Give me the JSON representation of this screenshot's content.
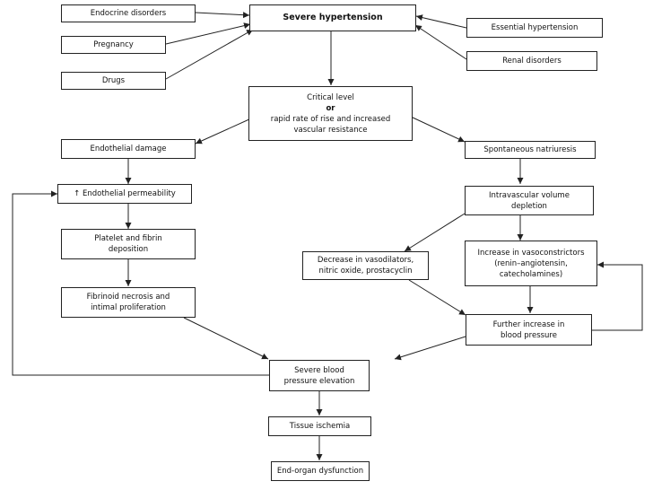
{
  "nodes": {
    "endocrine": [
      "Endocrine disorders"
    ],
    "pregnancy": [
      "Pregnancy"
    ],
    "drugs": [
      "Drugs"
    ],
    "severe_hypertension": [
      "Severe hypertension"
    ],
    "essential": [
      "Essential hypertension"
    ],
    "renal": [
      "Renal disorders"
    ],
    "critical": [
      "Critical level",
      "or",
      "rapid rate of rise and increased",
      "vascular resistance"
    ],
    "endothelial_damage": [
      "Endothelial damage"
    ],
    "natriuresis": [
      "Spontaneous natriuresis"
    ],
    "permeability": [
      "↑ Endothelial permeability"
    ],
    "volume_depletion": [
      "Intravascular volume",
      "depletion"
    ],
    "platelet": [
      "Platelet and fibrin",
      "deposition"
    ],
    "vasodilators": [
      "Decrease in vasodilators,",
      "nitric oxide, prostacyclin"
    ],
    "vasoconstrictors": [
      "Increase in vasoconstrictors",
      "(renin–angiotensin,",
      "catecholamines)"
    ],
    "fibrinoid": [
      "Fibrinoid necrosis and",
      "intimal proliferation"
    ],
    "further_increase": [
      "Further increase in",
      "blood pressure"
    ],
    "severe_bp": [
      "Severe blood",
      "pressure elevation"
    ],
    "ischemia": [
      "Tissue ischemia"
    ],
    "dysfunction": [
      "End-organ dysfunction"
    ]
  },
  "colors": {
    "line": "#222222",
    "box_border": "#222222",
    "text": "#111111"
  }
}
